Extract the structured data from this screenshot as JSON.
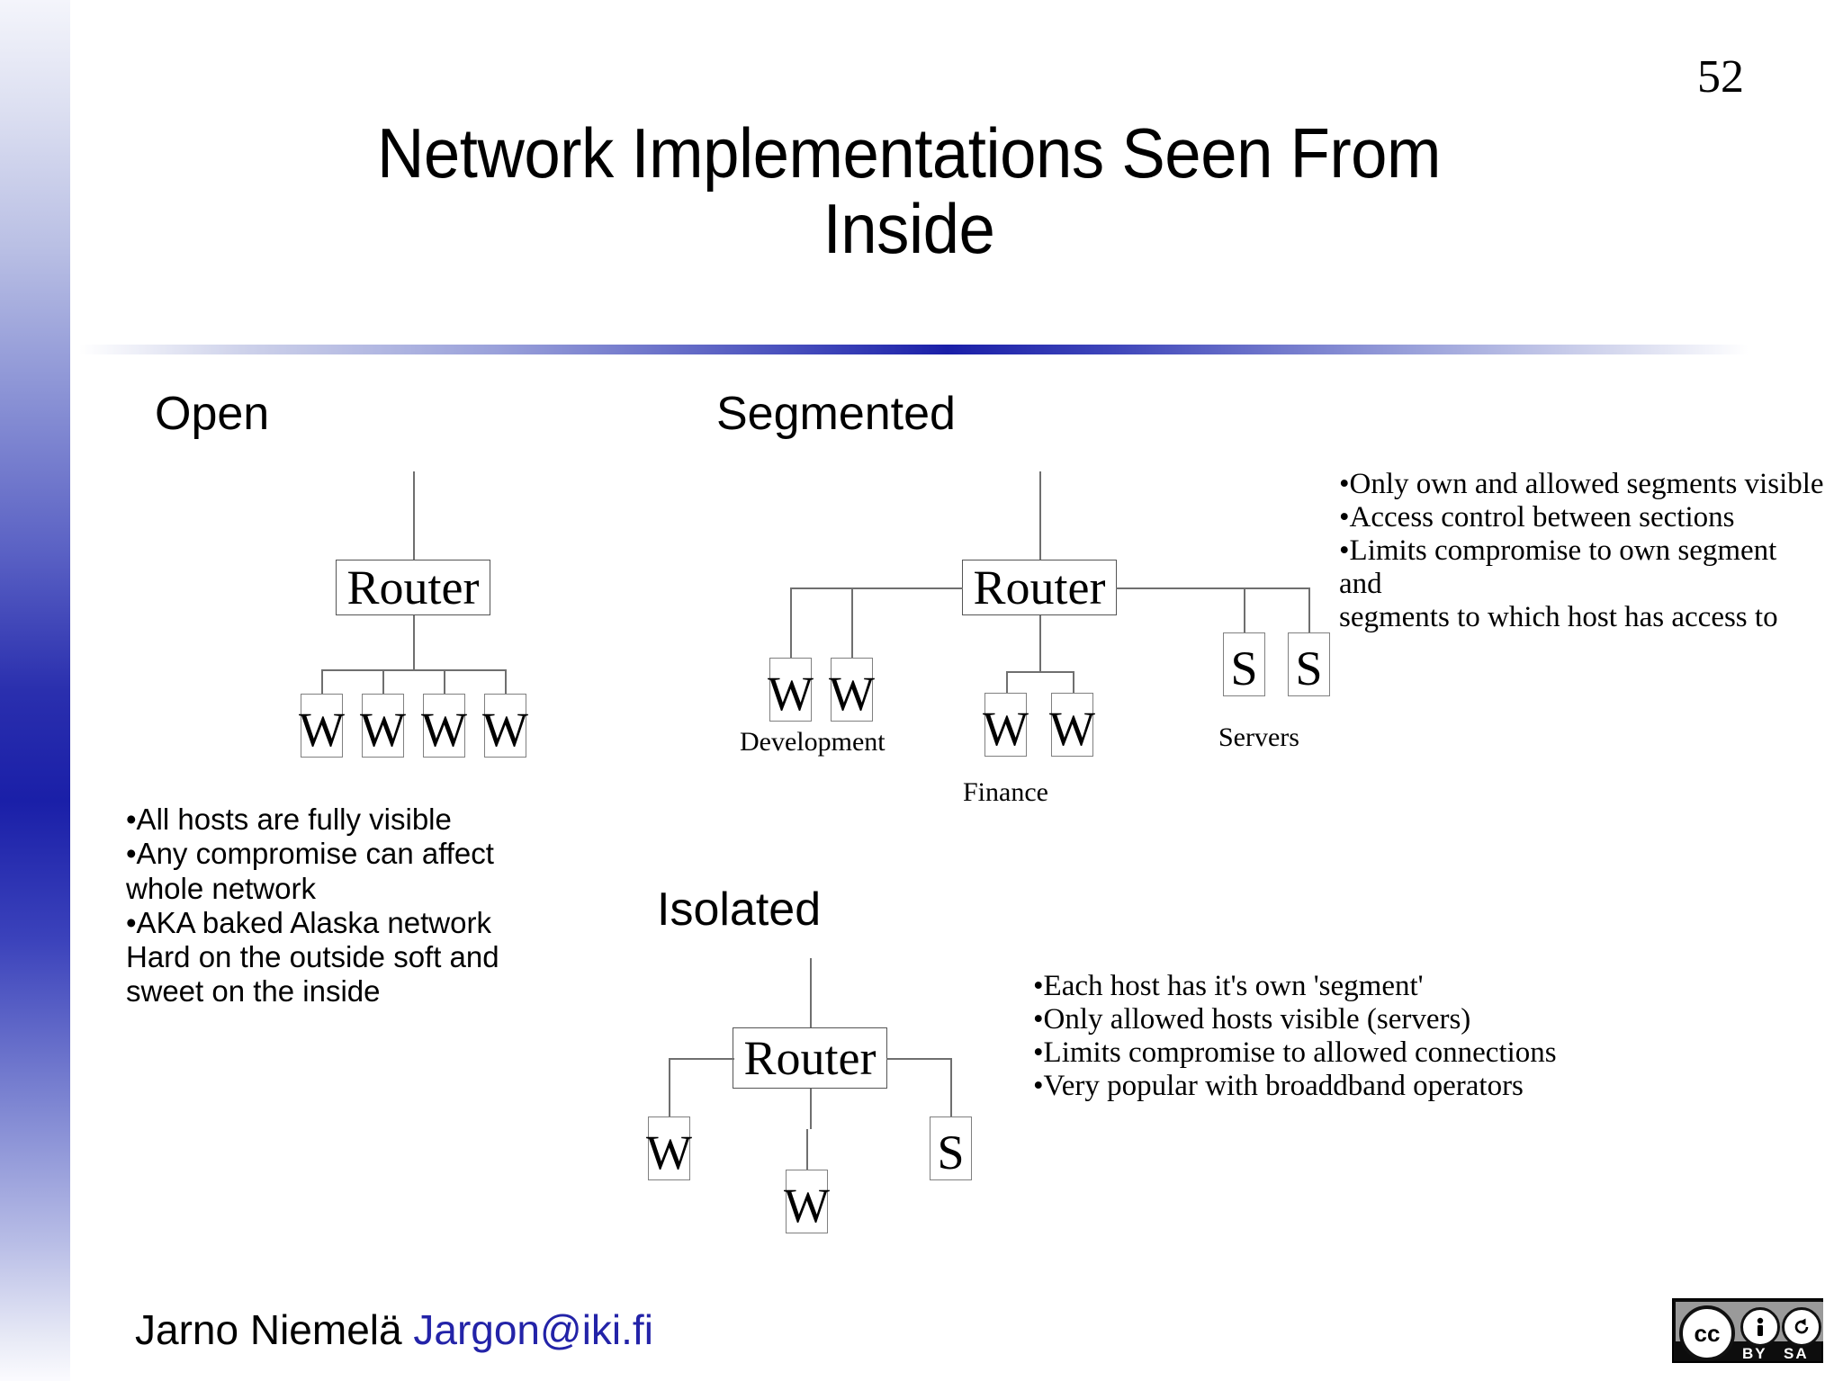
{
  "slide": {
    "page_number": "52",
    "title": "Network Implementations Seen From Inside",
    "title_line1": "Network Implementations Seen From",
    "title_line2": "Inside"
  },
  "sections": {
    "open": {
      "heading": "Open",
      "router_label": "Router",
      "hosts": [
        "W",
        "W",
        "W",
        "W"
      ],
      "bullets": [
        "•All hosts are fully visible",
        "•Any compromise can affect",
        "whole network",
        "•AKA baked Alaska network",
        "Hard on the outside soft and",
        "sweet on the inside"
      ]
    },
    "segmented": {
      "heading": "Segmented",
      "router_label": "Router",
      "groups": [
        {
          "caption": "Development",
          "hosts": [
            "W",
            "W"
          ]
        },
        {
          "caption": "Finance",
          "hosts": [
            "W",
            "W"
          ]
        },
        {
          "caption": "Servers",
          "hosts": [
            "S",
            "S"
          ]
        }
      ],
      "bullets": [
        "•Only own and allowed segments visible",
        "•Access control between sections",
        "•Limits compromise to own segment and",
        "segments to which host has access to"
      ]
    },
    "isolated": {
      "heading": "Isolated",
      "router_label": "Router",
      "hosts": [
        "W",
        "W",
        "S"
      ],
      "bullets": [
        "•Each host has it's own 'segment'",
        "•Only allowed hosts visible (servers)",
        "•Limits compromise to allowed connections",
        "•Very popular with broaddband operators"
      ]
    }
  },
  "footer": {
    "author": "Jarno Niemelä ",
    "email": "Jargon@iki.fi"
  },
  "license": {
    "mark": "cc",
    "by_glyph": "ı",
    "sa_glyph": "↺",
    "by_label": "BY",
    "sa_label": "SA"
  },
  "colors": {
    "accent_blue": "#1a1fa8",
    "email_blue": "#2323a8",
    "line_grey": "#6f6f6f",
    "box_border": "#808080"
  }
}
